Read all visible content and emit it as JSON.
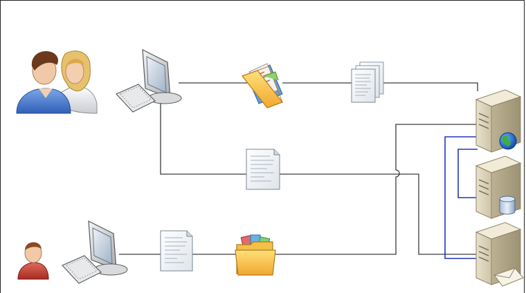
{
  "diagram": {
    "nodes": [
      {
        "id": "user-group",
        "icon": "user-group-icon"
      },
      {
        "id": "workstation-top",
        "icon": "computer-icon"
      },
      {
        "id": "folder-top",
        "icon": "open-folder-icon"
      },
      {
        "id": "documents-stack",
        "icon": "document-stack-icon"
      },
      {
        "id": "document-middle",
        "icon": "document-icon"
      },
      {
        "id": "user-single",
        "icon": "user-icon"
      },
      {
        "id": "workstation-bottom",
        "icon": "computer-icon"
      },
      {
        "id": "document-bottom",
        "icon": "document-icon"
      },
      {
        "id": "folder-bottom",
        "icon": "folder-with-files-icon"
      },
      {
        "id": "web-server",
        "icon": "web-server-icon"
      },
      {
        "id": "database-server",
        "icon": "database-server-icon"
      },
      {
        "id": "mail-server",
        "icon": "mail-server-icon"
      }
    ],
    "colors": {
      "connector": "#3a3a3a",
      "server_link": "#2233bb",
      "frame": "#222222"
    }
  }
}
